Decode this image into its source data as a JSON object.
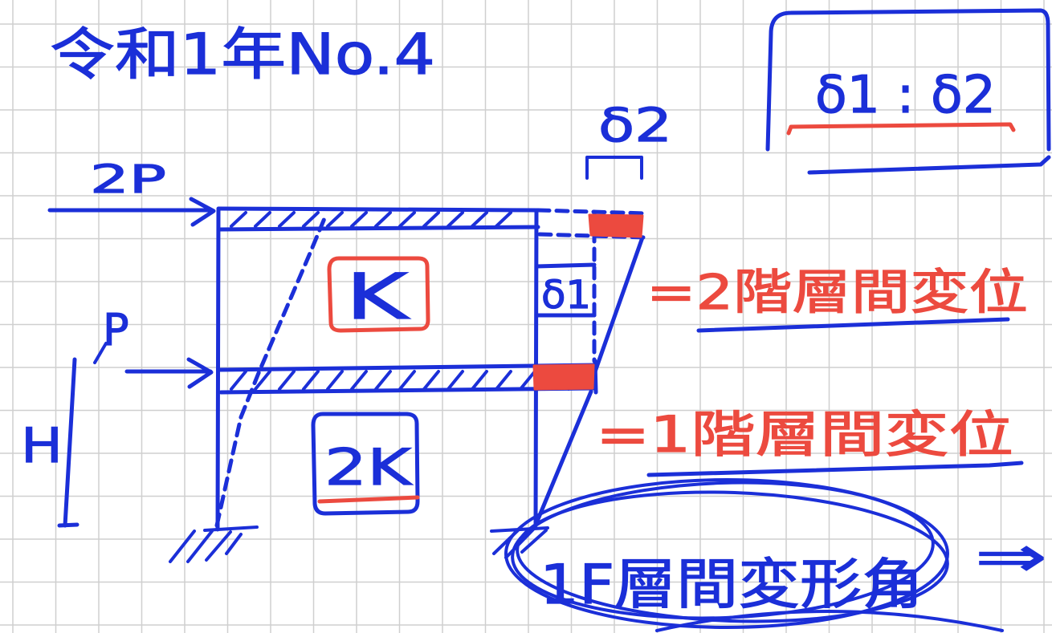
{
  "title": "令和1年No.4",
  "loads": {
    "upper": "2P",
    "lower": "P"
  },
  "height_label": "H",
  "stiffness": {
    "upper": "K",
    "lower": "2K"
  },
  "displacements": {
    "upper": "δ2",
    "lower": "δ1"
  },
  "ratio_box": {
    "text": "δ1 : δ2"
  },
  "notes": {
    "story2_drift": "=2階層間変位",
    "story1_drift": "=1階層間変位",
    "story1_drift_angle": "1F層間変形角",
    "implies": "⇒"
  },
  "colors": {
    "ink_blue": "#1b2fd8",
    "ink_red": "#ec4a3f",
    "grid": "#cfcfcf",
    "paper": "#ffffff"
  }
}
